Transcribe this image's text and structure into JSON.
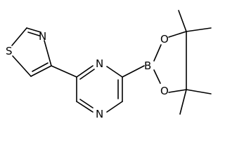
{
  "atoms": {
    "s1": "S",
    "n_thiazole": "N",
    "n_pyrazine_top": "N",
    "n_pyrazine_bottom": "N",
    "b": "B",
    "o_top": "O",
    "o_bottom": "O"
  },
  "colors": {
    "bond": "#000000",
    "background": "#ffffff"
  }
}
